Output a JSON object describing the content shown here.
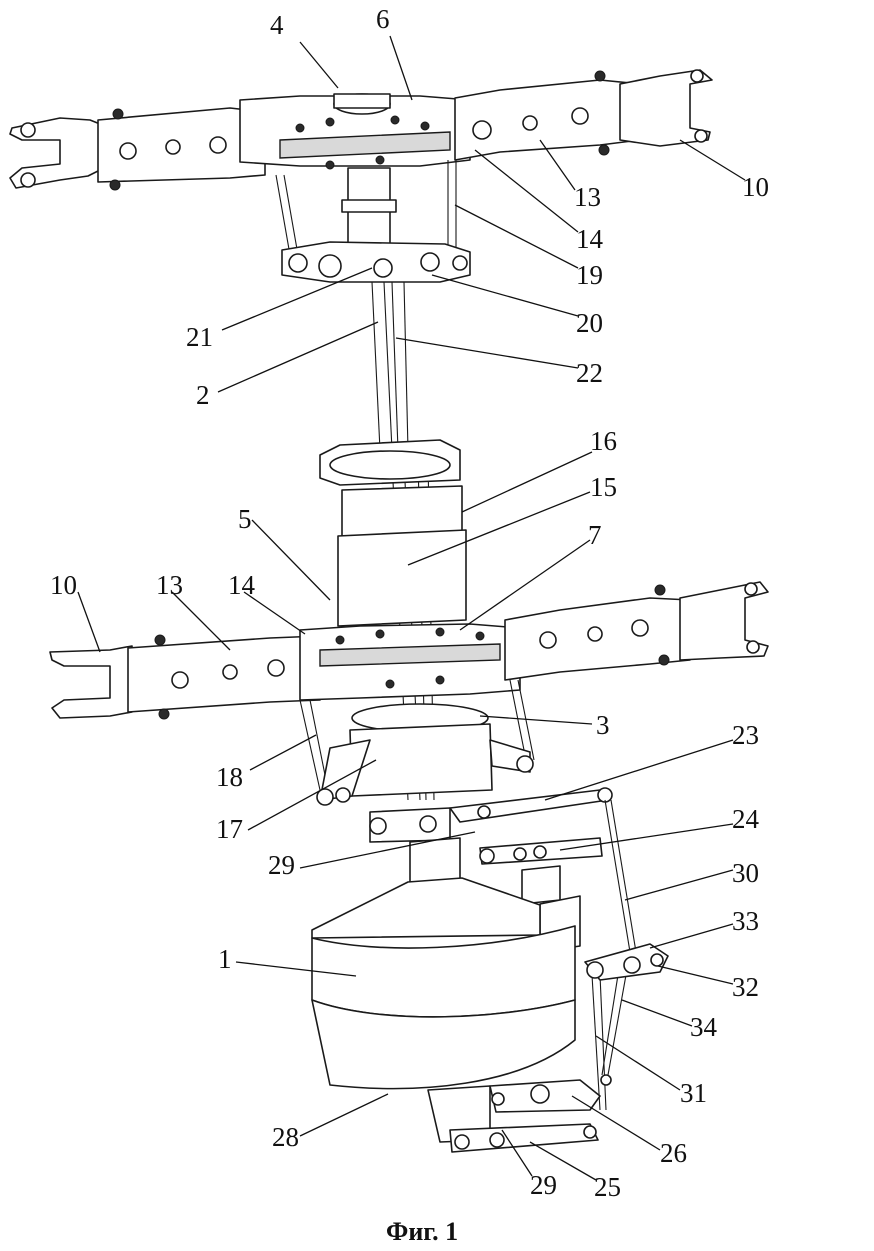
{
  "caption": "Фиг. 1",
  "labels": [
    {
      "id": "l4",
      "text": "4"
    },
    {
      "id": "l6",
      "text": "6"
    },
    {
      "id": "l10a",
      "text": "10"
    },
    {
      "id": "l13a",
      "text": "13"
    },
    {
      "id": "l14a",
      "text": "14"
    },
    {
      "id": "l19",
      "text": "19"
    },
    {
      "id": "l20",
      "text": "20"
    },
    {
      "id": "l21",
      "text": "21"
    },
    {
      "id": "l2",
      "text": "2"
    },
    {
      "id": "l22",
      "text": "22"
    },
    {
      "id": "l16",
      "text": "16"
    },
    {
      "id": "l15",
      "text": "15"
    },
    {
      "id": "l5",
      "text": "5"
    },
    {
      "id": "l7",
      "text": "7"
    },
    {
      "id": "l10b",
      "text": "10"
    },
    {
      "id": "l13b",
      "text": "13"
    },
    {
      "id": "l14b",
      "text": "14"
    },
    {
      "id": "l3",
      "text": "3"
    },
    {
      "id": "l23",
      "text": "23"
    },
    {
      "id": "l18",
      "text": "18"
    },
    {
      "id": "l17",
      "text": "17"
    },
    {
      "id": "l24",
      "text": "24"
    },
    {
      "id": "l29a",
      "text": "29"
    },
    {
      "id": "l30",
      "text": "30"
    },
    {
      "id": "l33",
      "text": "33"
    },
    {
      "id": "l1",
      "text": "1"
    },
    {
      "id": "l32",
      "text": "32"
    },
    {
      "id": "l34",
      "text": "34"
    },
    {
      "id": "l31",
      "text": "31"
    },
    {
      "id": "l28",
      "text": "28"
    },
    {
      "id": "l26",
      "text": "26"
    },
    {
      "id": "l29b",
      "text": "29"
    },
    {
      "id": "l25",
      "text": "25"
    }
  ]
}
